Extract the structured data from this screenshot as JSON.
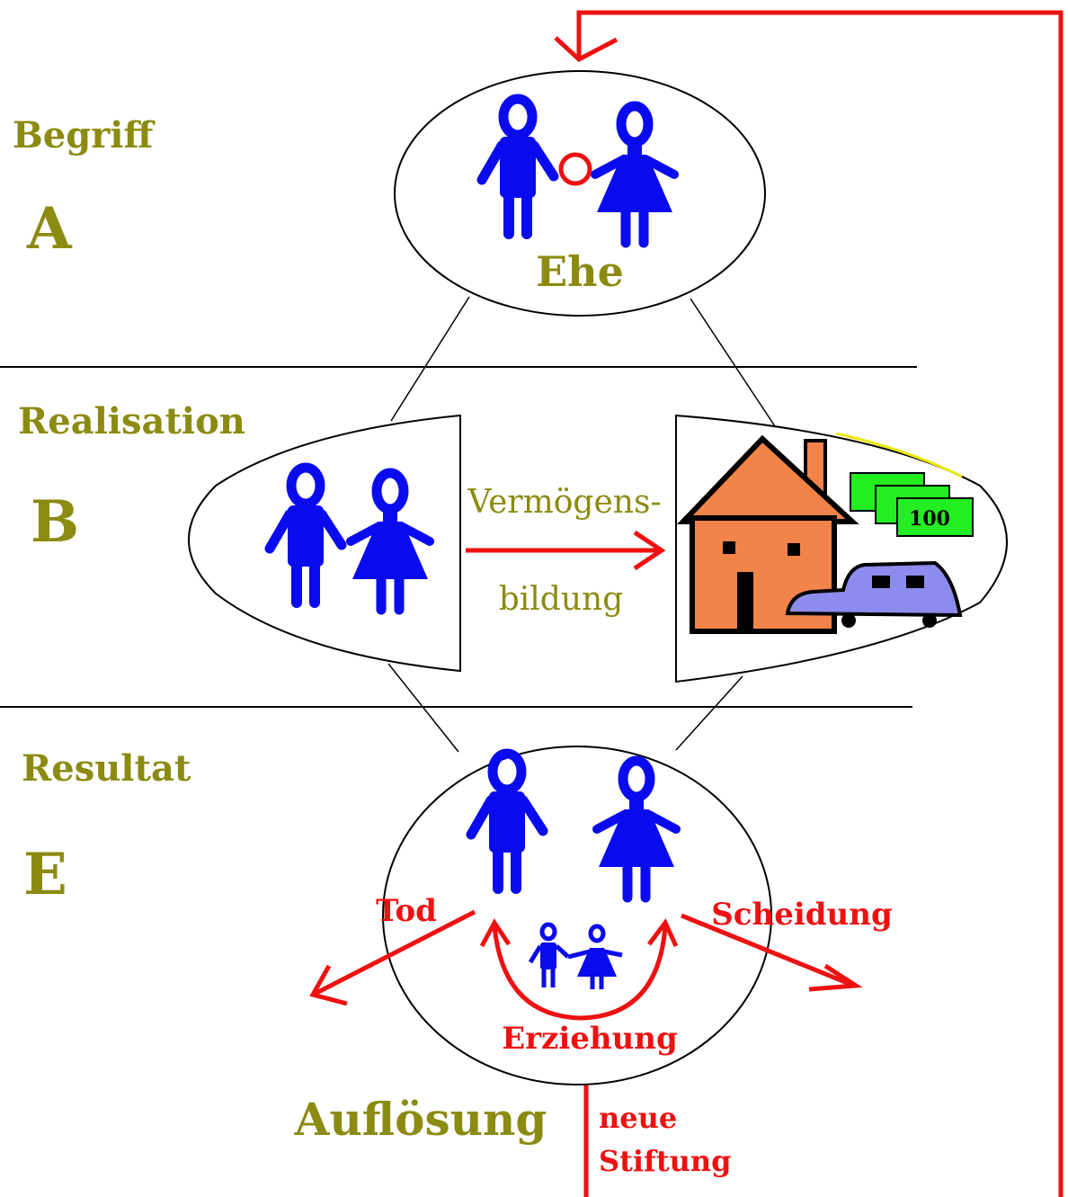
{
  "sections": {
    "begriff": {
      "label": "Begriff",
      "letter": "A"
    },
    "realisation": {
      "label": "Realisation",
      "letter": "B"
    },
    "resultat": {
      "label": "Resultat",
      "letter": "E"
    }
  },
  "nodes": {
    "ehe": "Ehe",
    "vermoegensbildung_line1": "Vermögens-",
    "vermoegensbildung_line2": "bildung",
    "money_note_value": "100",
    "aufloesung": "Auflösung"
  },
  "edges": {
    "tod": "Tod",
    "scheidung": "Scheidung",
    "erziehung": "Erziehung",
    "neue_stiftung_line1": "neue",
    "neue_stiftung_line2": "Stiftung"
  },
  "colors": {
    "label_text": "#8b8b12",
    "arrow_red": "#ee1111",
    "figure_blue": "#0a0aee",
    "house_orange": "#f2844a",
    "money_green": "#22ee22",
    "car_purple": "#8c8cee"
  }
}
